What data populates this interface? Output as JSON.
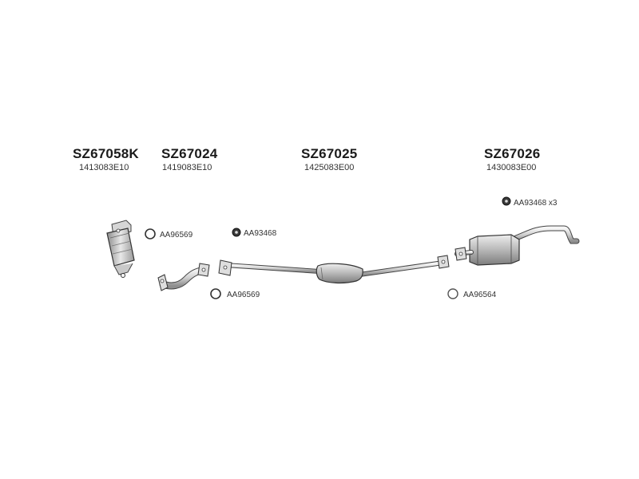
{
  "parts": [
    {
      "code": "SZ67058K",
      "oe": "1413083E10"
    },
    {
      "code": "SZ67024",
      "oe": "1419083E10"
    },
    {
      "code": "SZ67025",
      "oe": "1425083E00"
    },
    {
      "code": "SZ67026",
      "oe": "1430083E00"
    }
  ],
  "fittings": [
    {
      "label": "AA96569",
      "icon": "gasket-ring-icon"
    },
    {
      "label": "AA93468",
      "icon": "nut-icon"
    },
    {
      "label": "AA96569",
      "icon": "gasket-ring-icon"
    },
    {
      "label": "AA96564",
      "icon": "gasket-ring-icon"
    },
    {
      "label": "AA93468 x3",
      "icon": "nut-icon"
    }
  ]
}
